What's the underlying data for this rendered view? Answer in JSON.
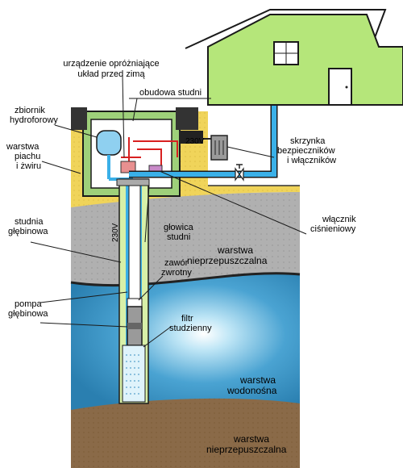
{
  "labels": {
    "drain_device": [
      "urządzenie opróżniające",
      "układ przed zimą"
    ],
    "well_housing": "obudowa studni",
    "pressure_tank": [
      "zbiornik",
      "hydroforowy"
    ],
    "sand_gravel": [
      "warstwa",
      "piachu",
      "i żwiru"
    ],
    "voltage_top": "230V",
    "fuse_box": [
      "skrzynka",
      "bezpieczników",
      "i włączników"
    ],
    "deep_well": [
      "studnia",
      "głębinowa"
    ],
    "voltage_side": "230V",
    "well_head": [
      "głowica",
      "studni"
    ],
    "pressure_switch": [
      "włącznik",
      "ciśnieniowy"
    ],
    "impermeable_upper": [
      "warstwa",
      "nieprzepuszczalna"
    ],
    "check_valve": [
      "zawór",
      "zwrotny"
    ],
    "deep_pump": [
      "pompa",
      "głębinowa"
    ],
    "well_filter": [
      "filtr",
      "studzienny"
    ],
    "aquifer": [
      "warstwa",
      "wodonośna"
    ],
    "impermeable_lower": [
      "warstwa",
      "nieprzepuszczalna"
    ]
  },
  "colors": {
    "house_wall": "#b5e67a",
    "roof": "#ffffff",
    "sand": "#f0d45a",
    "grey_soil": "#b0b0b0",
    "aquifer": "#3a8fc0",
    "bottom_soil": "#8a6a48",
    "pipe_water": "#3ab0e8",
    "housing_frame": "#9ed07a"
  }
}
